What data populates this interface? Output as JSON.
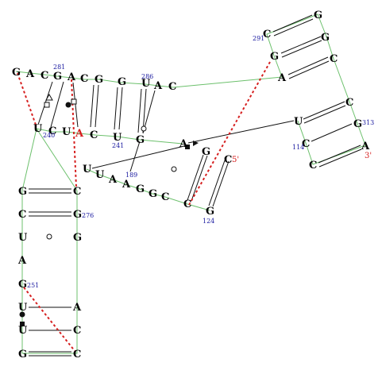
{
  "colors": {
    "nucleotide": "#111111",
    "highlight": "#d62020",
    "number": "#1a1aa0",
    "backbone": "#6cc06c",
    "pair": "#111111",
    "tertiary": "#d62020"
  },
  "nucleotides": [
    "G",
    "A",
    "C",
    "G",
    "A",
    "C",
    "G",
    "G",
    "U",
    "A",
    "C",
    "G",
    "G",
    "C",
    "C",
    "G",
    "A",
    "C",
    "U",
    "G",
    "C",
    "A",
    "C",
    "U",
    "C",
    "U",
    "A",
    "C",
    "U",
    "A",
    "G",
    "G",
    "C",
    "U",
    "U",
    "A",
    "A",
    "G",
    "G",
    "C",
    "C",
    "G",
    "G",
    "U",
    "A",
    "A",
    "C",
    "C",
    "G",
    "C"
  ],
  "numbers": [
    "281",
    "286",
    "291",
    "313",
    "114",
    "240",
    "241",
    "189",
    "124",
    "276",
    "251"
  ],
  "ends": [
    "5'",
    "3'"
  ],
  "pair_symbols": [
    "circle-open",
    "circle-filled",
    "square-open",
    "square-filled",
    "arrow",
    "triangle"
  ]
}
